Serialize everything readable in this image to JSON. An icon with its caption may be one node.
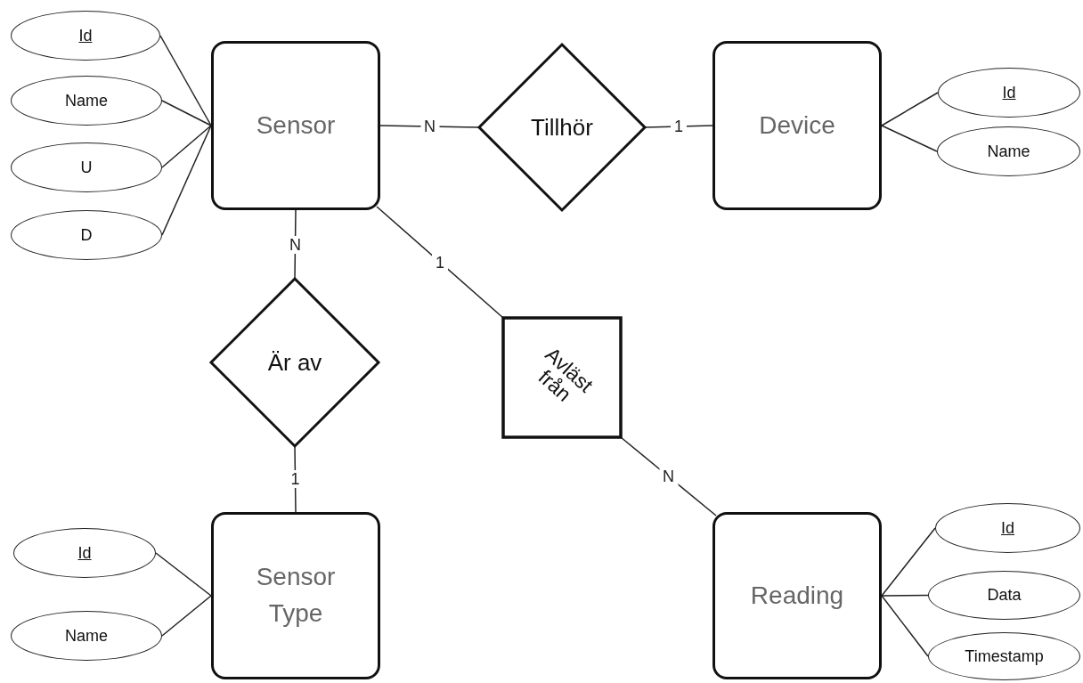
{
  "diagram": {
    "nodes": [
      {
        "text": [
          "Id"
        ]
      },
      {
        "text": [
          "Sensor"
        ]
      },
      {
        "text": [
          "Tillhör"
        ]
      },
      {
        "text": [
          "Device"
        ]
      },
      {
        "text": [
          "Name"
        ]
      },
      {
        "text": [
          "Id"
        ]
      },
      {
        "text": [
          "Name"
        ]
      },
      {
        "text": [
          "U"
        ]
      },
      {
        "text": [
          "D"
        ]
      },
      {
        "text": [
          "Är av"
        ]
      },
      {
        "text": [
          "Avläst från"
        ]
      },
      {
        "text": [
          "Sensor Type"
        ]
      },
      {
        "text": [
          "Reading"
        ]
      },
      {
        "text": [
          "Id"
        ]
      },
      {
        "text": [
          "Id"
        ]
      },
      {
        "text": [
          "Data"
        ]
      },
      {
        "text": [
          "Name"
        ]
      },
      {
        "text": [
          "Timestamp"
        ]
      }
    ],
    "edges": [
      {
        "from": 0,
        "to": 1,
        "arrow": "none"
      },
      {
        "from": 4,
        "to": 1,
        "arrow": "none"
      },
      {
        "from": 7,
        "to": 1,
        "arrow": "none"
      },
      {
        "from": 8,
        "to": 1,
        "arrow": "none"
      },
      {
        "from": 1,
        "to": 2,
        "arrow": "none",
        "label": "N"
      },
      {
        "from": 2,
        "to": 3,
        "arrow": "none",
        "label": "1"
      },
      {
        "from": 3,
        "to": 5,
        "arrow": "none"
      },
      {
        "from": 3,
        "to": 6,
        "arrow": "none"
      },
      {
        "from": 1,
        "to": 9,
        "arrow": "none",
        "label": "N"
      },
      {
        "from": 9,
        "to": 11,
        "arrow": "none",
        "label": "1"
      },
      {
        "from": 1,
        "to": 10,
        "arrow": "none",
        "label": "1"
      },
      {
        "from": 10,
        "to": 12,
        "arrow": "none",
        "label": "N"
      },
      {
        "from": 13,
        "to": 11,
        "arrow": "none"
      },
      {
        "from": 16,
        "to": 11,
        "arrow": "none"
      },
      {
        "from": 12,
        "to": 14,
        "arrow": "none"
      },
      {
        "from": 12,
        "to": 15,
        "arrow": "none"
      },
      {
        "from": 12,
        "to": 17,
        "arrow": "none"
      }
    ]
  }
}
